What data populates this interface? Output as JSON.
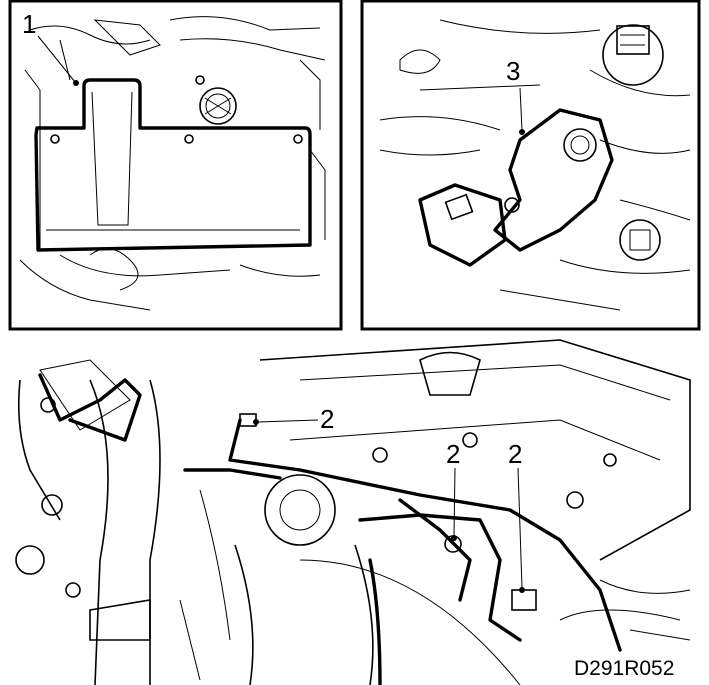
{
  "callouts": {
    "cover": "1",
    "sensor": "3",
    "clip_left": "2",
    "clip_middle": "2",
    "clip_right": "2"
  },
  "figure_code": "D291R052"
}
